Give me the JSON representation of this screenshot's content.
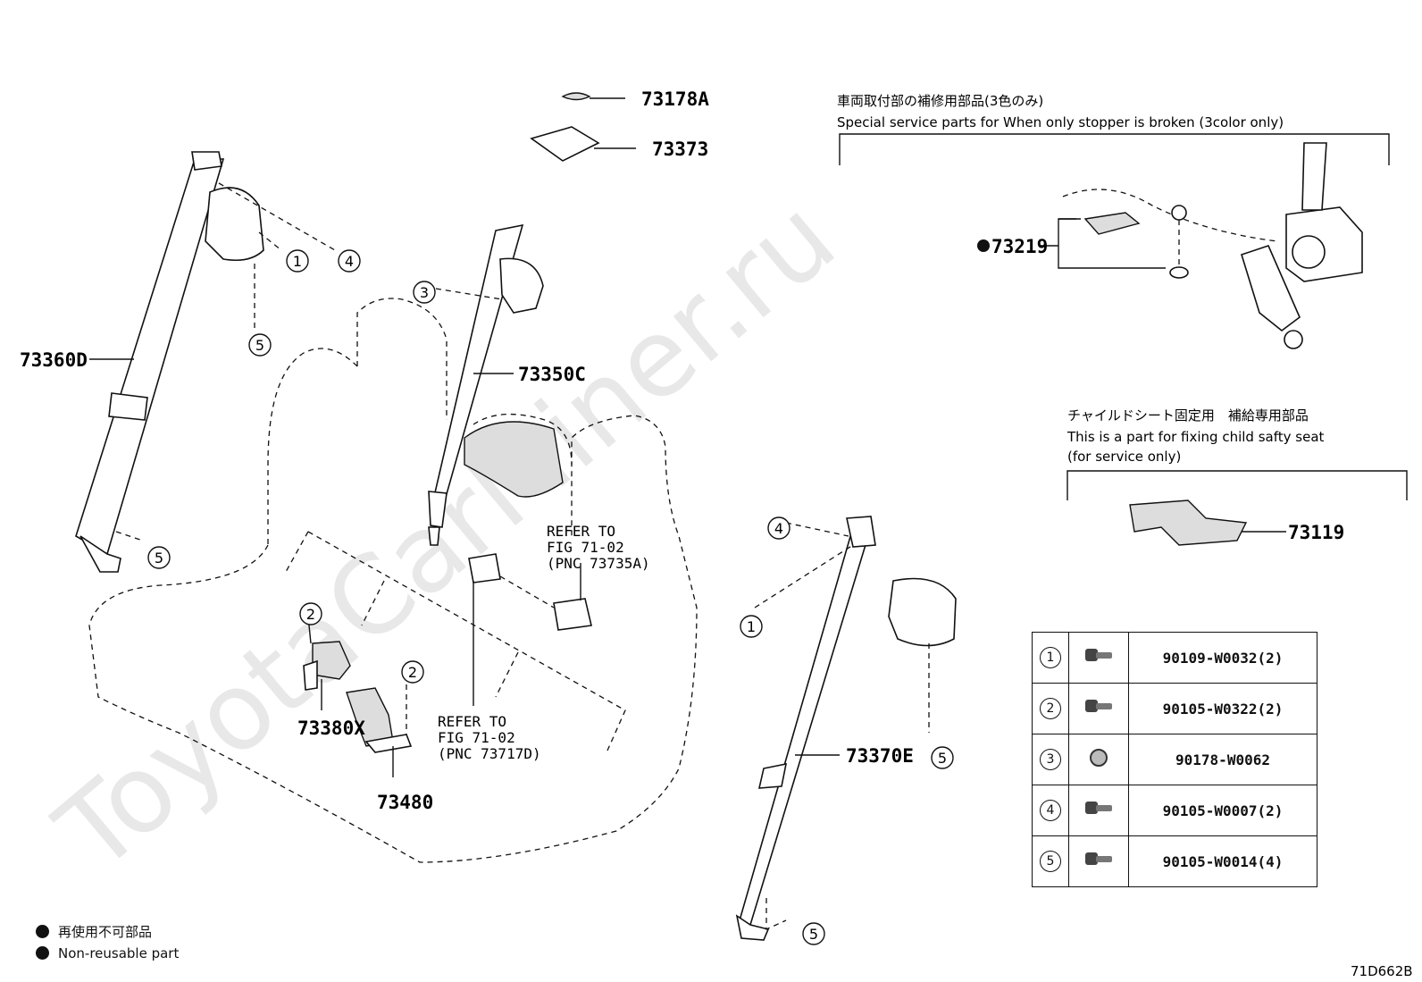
{
  "watermark": "ToyotaCarMiner.ru",
  "parts": {
    "p73178A": "73178A",
    "p73373": "73373",
    "p73360D": "73360D",
    "p73350C": "73350C",
    "p73219": "73219",
    "p73119": "73119",
    "p73380X": "73380X",
    "p73480": "73480",
    "p73370E": "73370E"
  },
  "callouts": [
    "1",
    "2",
    "3",
    "4",
    "5"
  ],
  "refs": {
    "ref1": [
      "REFER TO",
      "FIG 71-02",
      "(PNC 73735A)"
    ],
    "ref2": [
      "REFER TO",
      "FIG 71-02",
      "(PNC 73717D)"
    ]
  },
  "notes": {
    "stopper_jp": "車両取付部の補修用部品(3色のみ)",
    "stopper_en": "Special service parts for When only stopper is broken (3color only)",
    "child_jp": "チャイルドシート固定用　補給専用部品",
    "child_en1": "This is a part for fixing child safty seat",
    "child_en2": "(for service only)"
  },
  "fasteners": [
    {
      "num": "1",
      "icon": "bolt-icon",
      "part": "90109-W0032(2)"
    },
    {
      "num": "2",
      "icon": "bolt-icon",
      "part": "90105-W0322(2)"
    },
    {
      "num": "3",
      "icon": "nut-icon",
      "part": "90178-W0062"
    },
    {
      "num": "4",
      "icon": "bolt-icon",
      "part": "90105-W0007(2)"
    },
    {
      "num": "5",
      "icon": "bolt-icon",
      "part": "90105-W0014(4)"
    }
  ],
  "legend": {
    "jp": "再使用不可部品",
    "en": "Non-reusable part"
  },
  "figure_code": "71D662B"
}
